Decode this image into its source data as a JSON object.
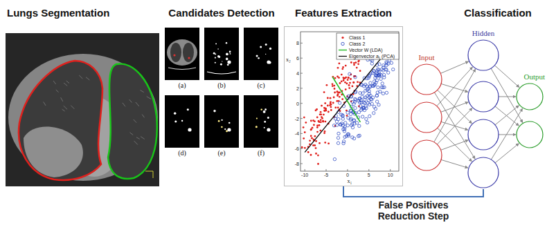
{
  "diagram": {
    "nodes": [
      {
        "text": [
          "Lungs Segmentation"
        ]
      },
      {
        "text": [
          "Candidates Detection"
        ]
      },
      {
        "text": [
          "Features Extraction"
        ]
      },
      {
        "text": [
          "Classification"
        ]
      }
    ],
    "edges": [
      {
        "from": 2,
        "to": 3,
        "arrow": "none",
        "label": "False Positives Reduction Step"
      }
    ],
    "labels": [
      "(a)",
      "(b)",
      "(c)",
      "(d)",
      "(e)",
      "(f)",
      "8",
      "6",
      "4",
      "2",
      "0",
      "-2",
      "-4",
      "-6",
      "-8",
      "-10",
      "-5",
      "0",
      "5",
      "10",
      "x₂",
      "x₁",
      "Input",
      "Hidden",
      "Output"
    ],
    "legend": [
      {
        "text": "Class 1"
      },
      {
        "text": "Class 2"
      },
      {
        "text": "Vector W (LDA)"
      },
      {
        "text": "Eigenvector a₁ (PCA)"
      }
    ]
  }
}
